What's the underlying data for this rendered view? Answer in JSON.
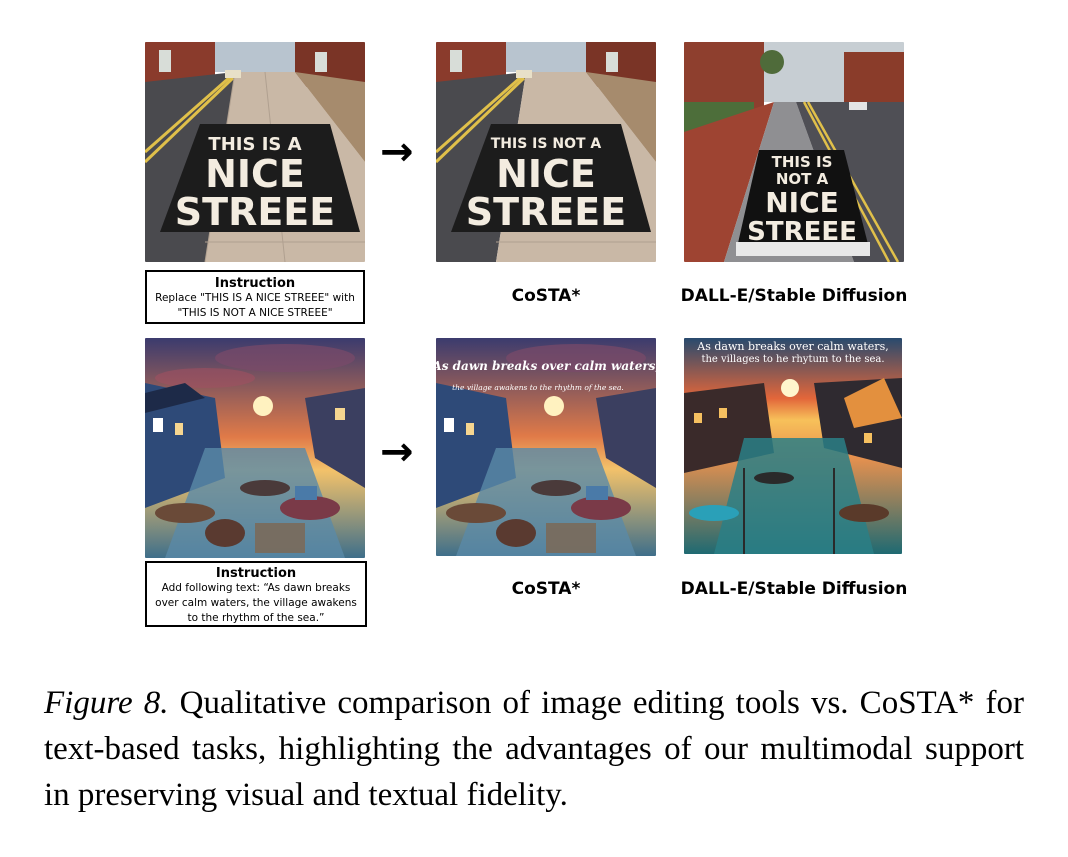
{
  "arrow_glyph": "→",
  "rows": [
    {
      "instruction_title": "Instruction",
      "instruction_text": "Replace \"THIS IS A NICE STREEE\" with \"THIS IS NOT A NICE STREEE\"",
      "images": {
        "input_sign": [
          "THIS IS A",
          "NICE",
          "STREEE"
        ],
        "costa_sign": [
          "THIS IS NOT A",
          "NICE",
          "STREEE"
        ],
        "dalle_sign": [
          "THIS IS",
          "NOT A",
          "NICE",
          "STREEE"
        ]
      },
      "label_costa": "CoSTA*",
      "label_dalle": "DALL-E/Stable Diffusion"
    },
    {
      "instruction_title": "Instruction",
      "instruction_text": "Add following text: “As dawn breaks over calm waters, the village awakens to the rhythm of the sea.”",
      "images": {
        "costa_overlay": [
          "As dawn breaks over calm waters,",
          "the village awakens to the rhythm of the sea."
        ],
        "dalle_overlay": [
          "As dawn breaks over calm waters,",
          "the villages to he rhytum to the sea."
        ]
      },
      "label_costa": "CoSTA*",
      "label_dalle": "DALL-E/Stable Diffusion"
    }
  ],
  "caption": {
    "figure_label": "Figure 8.",
    "text": "Qualitative comparison of image editing tools vs. CoSTA* for text-based tasks, highlighting the advantages of our multimodal support in preserving visual and textual fidelity."
  },
  "colors": {
    "sky_dusk": "#e88a4a",
    "water": "#3f6f8a",
    "pavement": "#c9b8a6",
    "road": "#4a4a4e",
    "sign_black": "#1c1c1c",
    "sign_text": "#f3ece0"
  }
}
